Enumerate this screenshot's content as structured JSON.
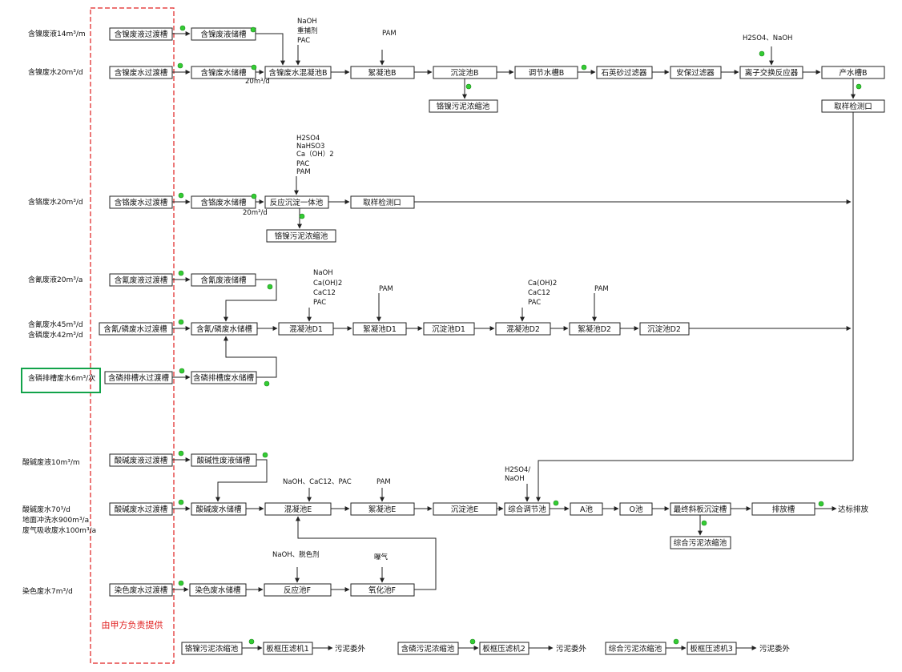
{
  "sources": {
    "ni_liquid": "含镍废液14m³/m",
    "ni_water": "含镍废水20m³/d",
    "cr_water": "含铬废水20m³/d",
    "cn_liquid": "含氰废液20m³/a",
    "cn_water": "含氰废水45m³/d",
    "p_water": "含磷废水42m³/d",
    "p_rinse": "含磷排槽废水6m³/次",
    "acid_liquid": "酸碱废液10m³/m",
    "acid_water": "酸碱废水70³/d",
    "floor_wash": "地面冲洗水900m³/a",
    "gas_absorb": "废气吸收废水100m³/a",
    "dye_water": "染色废水7m³/d"
  },
  "provided_by": "由甲方负责提供",
  "boxes": {
    "ni_liq_tank": "含镍废液过渡槽",
    "ni_liq_store": "含镍废液储槽",
    "ni_wat_tank": "含镍废水过渡槽",
    "ni_wat_store": "含镍废水储槽",
    "ni_coag": "含镍废水混凝池B",
    "floc_b": "絮凝池B",
    "settle_b": "沉淀池B",
    "adjust_b": "调节水槽B",
    "sand_filter": "石英砂过滤器",
    "safety_filter": "安保过滤器",
    "ion_exchange": "离子交换反应器",
    "product_b": "产水槽B",
    "sample_b": "取样检测口",
    "ni_sludge": "铬镍污泥浓缩池",
    "cr_tank": "含铬废水过渡槽",
    "cr_store": "含铬废水储槽",
    "cr_react": "反应沉淀一体池",
    "cr_sample": "取样检测口",
    "cr_sludge": "铬镍污泥浓缩池",
    "cn_liq_tank": "含氰废液过渡槽",
    "cn_liq_store": "含氰废液储槽",
    "cnp_tank": "含氰/磷废水过渡槽",
    "cnp_store": "含氰/磷废水储槽",
    "coag_d1": "混凝池D1",
    "floc_d1": "絮凝池D1",
    "settle_d1": "沉淀池D1",
    "coag_d2": "混凝池D2",
    "floc_d2": "絮凝池D2",
    "settle_d2": "沉淀池D2",
    "p_rinse_tank": "含磷排槽水过渡槽",
    "p_rinse_store": "含磷排槽废水储槽",
    "acid_liq_tank": "酸碱废液过渡槽",
    "acid_liq_store": "酸碱性废液储槽",
    "acid_tank": "酸碱废水过渡槽",
    "acid_store": "酸碱废水储槽",
    "coag_e": "混凝池E",
    "floc_e": "絮凝池E",
    "settle_e": "沉淀池E",
    "combined_adjust": "综合调节池",
    "a_pool": "A池",
    "o_pool": "O池",
    "final_settle": "最终斜板沉淀槽",
    "discharge_tank": "排放槽",
    "combined_sludge": "综合污泥浓缩池",
    "dye_tank": "染色废水过渡槽",
    "dye_store": "染色废水储槽",
    "react_f": "反应池F",
    "oxid_f": "氧化池F",
    "sludge_1": "铬镍污泥浓缩池",
    "press_1": "板框压滤机1",
    "sludge_2": "含磷污泥浓缩池",
    "press_2": "板框压滤机2",
    "sludge_3": "综合污泥浓缩池",
    "press_3": "板框压滤机3"
  },
  "chemicals": {
    "ni_chem": [
      "NaOH",
      "重捕剂",
      "PAC"
    ],
    "pam_b": "PAM",
    "h2so4_naoh": "H2SO4、NaOH",
    "cr_chem": [
      "H2SO4",
      "NaHSO3",
      "Ca（OH）2",
      "PAC",
      "PAM"
    ],
    "d1_chem": [
      "NaOH",
      "Ca(OH)2",
      "CaC12",
      "PAC"
    ],
    "pam_d1": "PAM",
    "d2_chem": [
      "Ca(OH)2",
      "CaC12",
      "PAC"
    ],
    "pam_d2": "PAM",
    "e_chem": "NaOH、CaC12、PAC",
    "pam_e": "PAM",
    "adjust_chem": [
      "H2SO4/",
      "NaOH"
    ],
    "f_chem": "NaOH、脱色剂",
    "aeration": "曝气"
  },
  "flow_labels": {
    "ni_flow": "20m³/d",
    "cr_flow": "20m³/d"
  },
  "outputs": {
    "discharge": "达标排放",
    "sludge_out_1": "污泥委外",
    "sludge_out_2": "污泥委外",
    "sludge_out_3": "污泥委外"
  }
}
